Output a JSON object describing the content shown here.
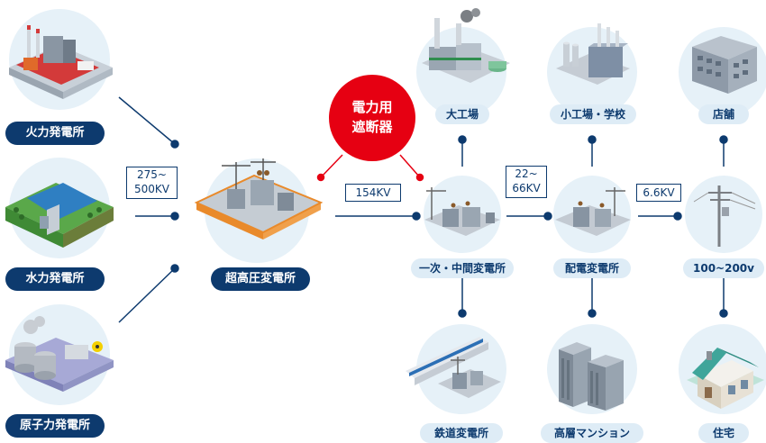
{
  "sources": {
    "thermal": "火力発電所",
    "hydro": "水力発電所",
    "nuclear": "原子力発電所"
  },
  "voltages": {
    "v1_line1": "275~",
    "v1_line2": "500KV",
    "v2": "154KV",
    "v3_line1": "22~",
    "v3_line2": "66KV",
    "v4": "6.6KV"
  },
  "breaker": {
    "line1": "電力用",
    "line2": "遮断器"
  },
  "substations": {
    "ultra_high": "超高圧変電所",
    "primary_intermediate": "一次・中間変電所",
    "distribution": "配電変電所",
    "railway": "鉄道変電所"
  },
  "consumers": {
    "large_factory": "大工場",
    "small_factory_school": "小工場・学校",
    "shop": "店舗",
    "high_rise": "高層マンション",
    "household_voltage": "100~200v",
    "house": "住宅"
  },
  "colors": {
    "navy": "#0d3a6e",
    "red": "#e60012",
    "circle_bg": "#e6f1f8"
  }
}
